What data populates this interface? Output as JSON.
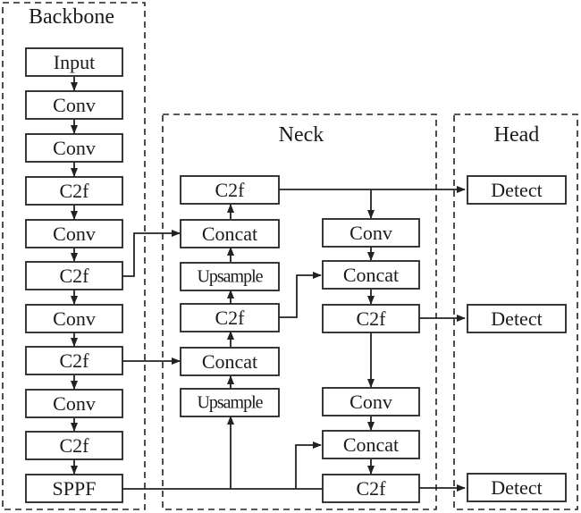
{
  "groups": [
    {
      "id": "backbone",
      "title": "Backbone"
    },
    {
      "id": "neck",
      "title": "Neck"
    },
    {
      "id": "head",
      "title": "Head"
    }
  ],
  "nodes": {
    "bb_input": "Input",
    "bb_conv1": "Conv",
    "bb_conv2": "Conv",
    "bb_c2f1": "C2f",
    "bb_conv3": "Conv",
    "bb_c2f2": "C2f",
    "bb_conv4": "Conv",
    "bb_c2f3": "C2f",
    "bb_conv5": "Conv",
    "bb_c2f4": "C2f",
    "bb_sppf": "SPPF",
    "nk_c2f_top": "C2f",
    "nk_concat1": "Concat",
    "nk_upsample1": "Upsample",
    "nk_c2f_mid": "C2f",
    "nk_concat2": "Concat",
    "nk_upsample2": "Upsample",
    "nk_conv_a": "Conv",
    "nk_concat_a": "Concat",
    "nk_c2f_a": "C2f",
    "nk_conv_b": "Conv",
    "nk_concat_b": "Concat",
    "nk_c2f_b": "C2f",
    "hd_detect1": "Detect",
    "hd_detect2": "Detect",
    "hd_detect3": "Detect"
  },
  "edges": [
    [
      "bb_input",
      "bb_conv1"
    ],
    [
      "bb_conv1",
      "bb_conv2"
    ],
    [
      "bb_conv2",
      "bb_c2f1"
    ],
    [
      "bb_c2f1",
      "bb_conv3"
    ],
    [
      "bb_conv3",
      "bb_c2f2"
    ],
    [
      "bb_c2f2",
      "bb_conv4"
    ],
    [
      "bb_conv4",
      "bb_c2f3"
    ],
    [
      "bb_c2f3",
      "bb_conv5"
    ],
    [
      "bb_conv5",
      "bb_c2f4"
    ],
    [
      "bb_c2f4",
      "bb_sppf"
    ],
    [
      "bb_sppf",
      "nk_upsample2"
    ],
    [
      "nk_upsample2",
      "nk_concat2"
    ],
    [
      "bb_c2f3",
      "nk_concat2"
    ],
    [
      "nk_concat2",
      "nk_c2f_mid"
    ],
    [
      "nk_c2f_mid",
      "nk_upsample1"
    ],
    [
      "nk_upsample1",
      "nk_concat1"
    ],
    [
      "bb_c2f2",
      "nk_concat1"
    ],
    [
      "nk_concat1",
      "nk_c2f_top"
    ],
    [
      "nk_c2f_top",
      "hd_detect1"
    ],
    [
      "nk_c2f_top",
      "nk_conv_a"
    ],
    [
      "nk_conv_a",
      "nk_concat_a"
    ],
    [
      "nk_c2f_mid",
      "nk_concat_a"
    ],
    [
      "nk_concat_a",
      "nk_c2f_a"
    ],
    [
      "nk_c2f_a",
      "hd_detect2"
    ],
    [
      "nk_c2f_a",
      "nk_conv_b"
    ],
    [
      "nk_conv_b",
      "nk_concat_b"
    ],
    [
      "bb_sppf",
      "nk_concat_b"
    ],
    [
      "nk_concat_b",
      "nk_c2f_b"
    ],
    [
      "nk_c2f_b",
      "hd_detect3"
    ]
  ]
}
